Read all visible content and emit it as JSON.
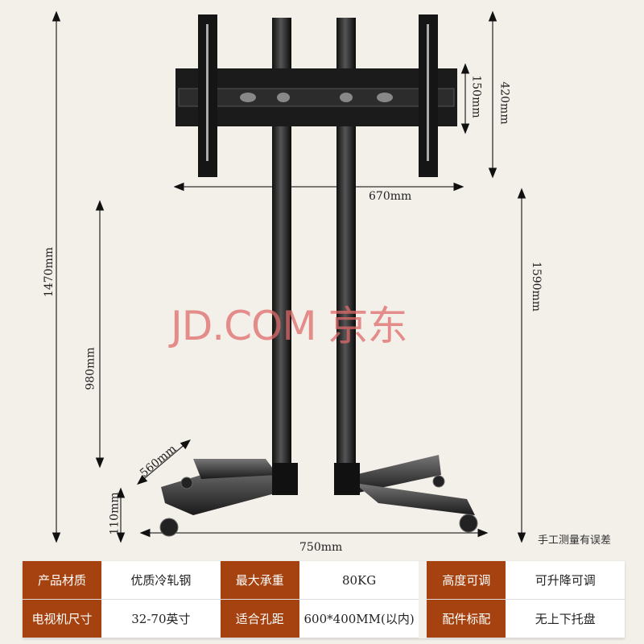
{
  "dimensions": {
    "total_height": "1470mm",
    "pole_height": "980mm",
    "base_depth": "560mm",
    "wheel_height": "110mm",
    "base_width": "750mm",
    "bracket_width": "670mm",
    "bracket_height": "420mm",
    "rail_spacing": "150mm",
    "max_height": "1590mm"
  },
  "watermark": "JD.COM 京东",
  "note": "手工测量有误差",
  "specs": [
    [
      {
        "k": "产品材质",
        "v": "优质冷轧钢"
      },
      {
        "k": "最大承重",
        "v": "80KG"
      },
      {
        "k": "高度可调",
        "v": "可升降可调"
      }
    ],
    [
      {
        "k": "电视机尺寸",
        "v": "32-70英寸"
      },
      {
        "k": "适合孔距",
        "v": "600*400MM(以内)"
      },
      {
        "k": "配件标配",
        "v": "无上下托盘"
      }
    ]
  ],
  "colors": {
    "label_bg": "#a5420f",
    "background": "#f3efe9"
  }
}
